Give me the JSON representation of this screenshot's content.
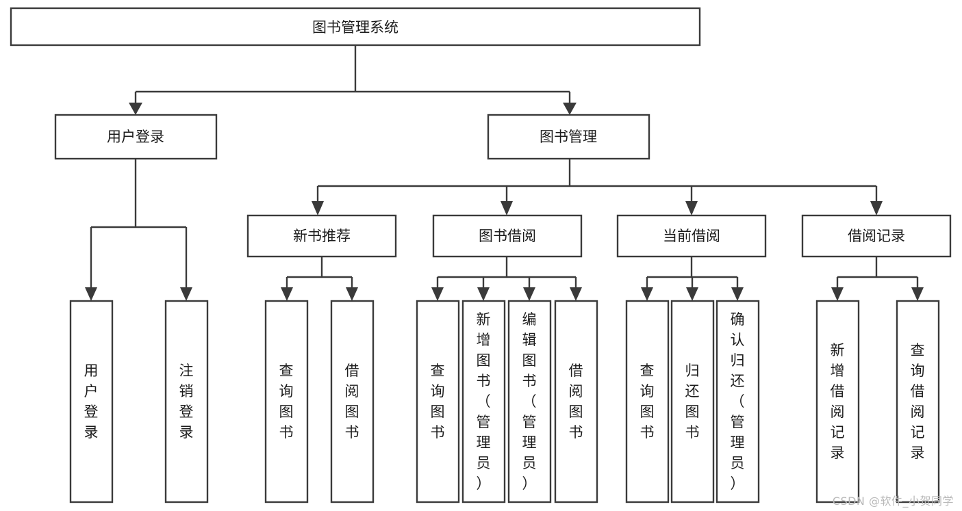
{
  "diagram": {
    "title": "图书管理系统",
    "type": "tree-hierarchy",
    "root": {
      "label": "图书管理系统"
    },
    "level2": [
      {
        "label": "用户登录"
      },
      {
        "label": "图书管理"
      }
    ],
    "level3": [
      {
        "label": "新书推荐"
      },
      {
        "label": "图书借阅"
      },
      {
        "label": "当前借阅"
      },
      {
        "label": "借阅记录"
      }
    ],
    "leaves": {
      "user_login": [
        {
          "label": "用户登录"
        },
        {
          "label": "注销登录"
        }
      ],
      "new_book_recommend": [
        {
          "label": "查询图书"
        },
        {
          "label": "借阅图书"
        }
      ],
      "book_borrow": [
        {
          "label": "查询图书"
        },
        {
          "label": "新增图书（管理员）"
        },
        {
          "label": "编辑图书（管理员）"
        },
        {
          "label": "借阅图书"
        }
      ],
      "current_borrow": [
        {
          "label": "查询图书"
        },
        {
          "label": "归还图书"
        },
        {
          "label": "确认归还（管理员）"
        }
      ],
      "borrow_record": [
        {
          "label": "新增借阅记录"
        },
        {
          "label": "查询借阅记录"
        }
      ]
    }
  },
  "watermark": {
    "text": "CSDN @软件_小贺同学"
  },
  "colors": {
    "stroke": "#3a3a3a",
    "box_fill": "#ffffff",
    "text": "#1c1c1c",
    "watermark": "#b9b9b9",
    "background": "#ffffff"
  }
}
